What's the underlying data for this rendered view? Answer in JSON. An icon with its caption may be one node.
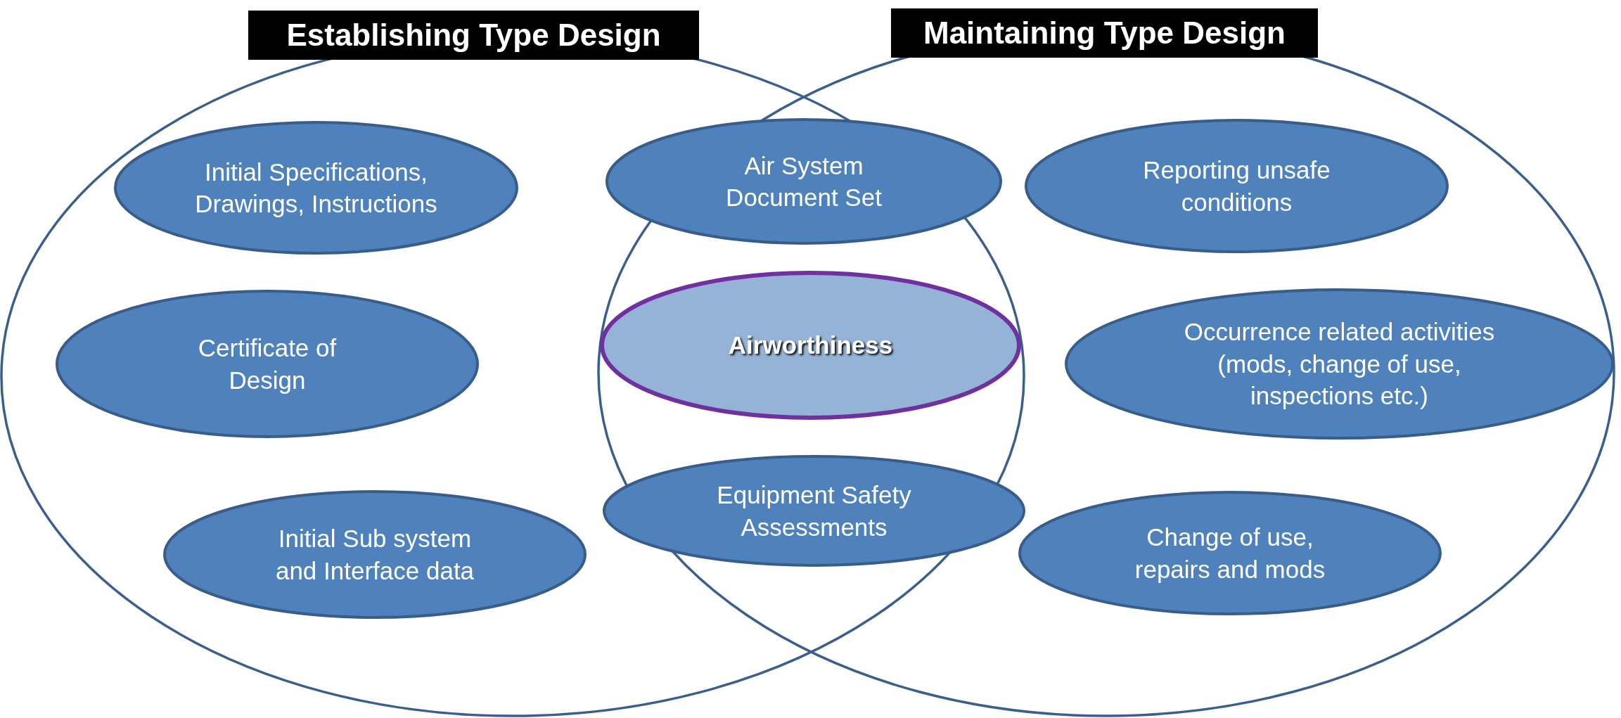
{
  "diagram": {
    "nodes": [
      {
        "text": [
          "Establishing Type Design"
        ]
      },
      {
        "text": [
          "Maintaining Type Design"
        ]
      },
      {
        "text": [
          "Initial Specifications, Drawings, Instructions"
        ],
        "in": 0
      },
      {
        "text": [
          "Air System Document Set"
        ]
      },
      {
        "text": [
          "Reporting unsafe conditions"
        ],
        "in": 1
      },
      {
        "text": [
          "Certificate of Design"
        ],
        "in": 0
      },
      {
        "text": [
          "Airworthiness"
        ]
      },
      {
        "text": [
          "Occurrence related activities (mods, change of use, inspections etc.)"
        ],
        "in": 1
      },
      {
        "text": [
          "Equipment Safety Assessments"
        ]
      },
      {
        "text": [
          "Initial Sub system and Interface data"
        ],
        "in": 0
      },
      {
        "text": [
          "Change of use, repairs and mods"
        ],
        "in": 1
      }
    ]
  }
}
